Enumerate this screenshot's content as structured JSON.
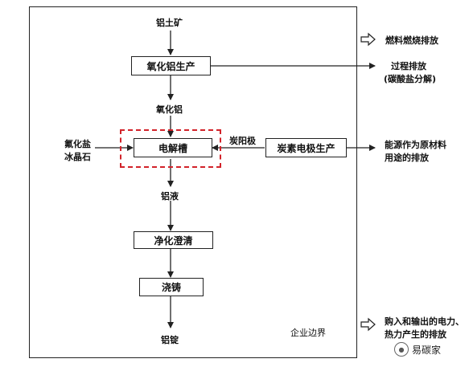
{
  "diagram": {
    "top_input": "铝土矿",
    "box_alumina": "氧化铝生产",
    "alumina": "氧化铝",
    "left_input_line1": "氟化盐",
    "left_input_line2": "冰晶石",
    "box_electrolysis": "电解槽",
    "anode": "炭阳极",
    "box_carbon": "炭素电极生产",
    "aluminum_liquid": "铝液",
    "box_purify": "净化澄清",
    "box_cast": "浇铸",
    "ingot": "铝锭",
    "boundary_label": "企业边界"
  },
  "emissions": {
    "fuel": "燃料燃烧排放",
    "process_line1": "过程排放",
    "process_line2": "(碳酸盐分解)",
    "feedstock_line1": "能源作为原材料",
    "feedstock_line2": "用途的排放",
    "power_line1": "购入和输出的电力、",
    "power_line2": "热力产生的排放"
  },
  "watermark": {
    "text": "易碳家"
  }
}
